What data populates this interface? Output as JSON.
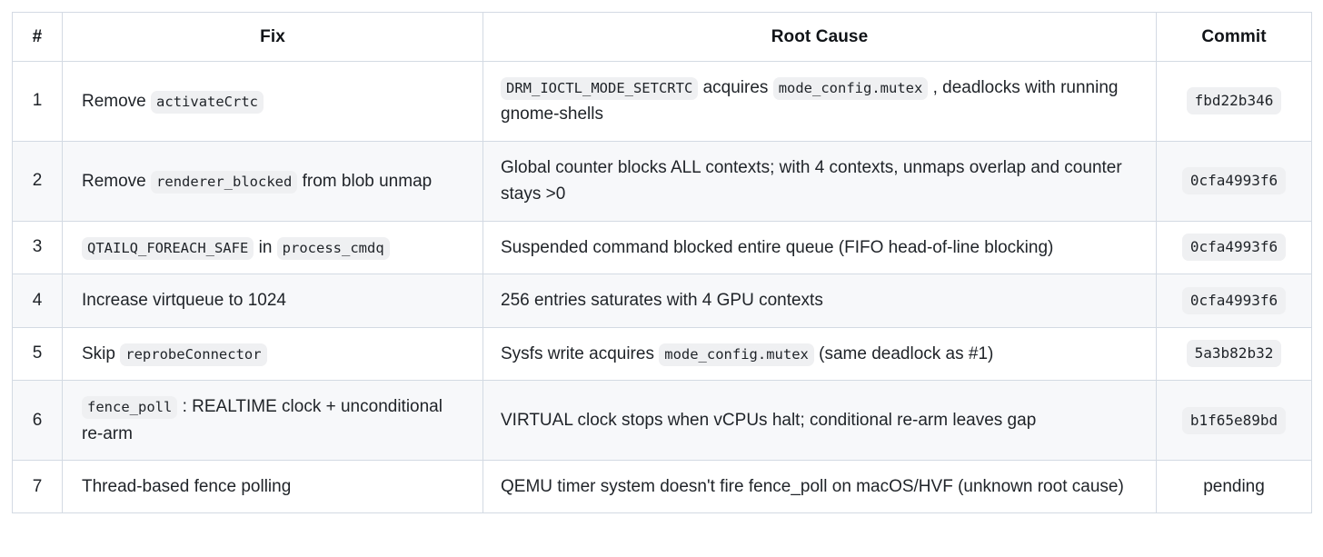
{
  "table": {
    "headers": {
      "num": "#",
      "fix": "Fix",
      "root_cause": "Root Cause",
      "commit": "Commit"
    },
    "rows": [
      {
        "num": "1",
        "fix_parts": [
          {
            "type": "text",
            "text": "Remove "
          },
          {
            "type": "code",
            "text": "activateCrtc"
          }
        ],
        "root_parts": [
          {
            "type": "code",
            "text": "DRM_IOCTL_MODE_SETCRTC"
          },
          {
            "type": "text",
            "text": " acquires "
          },
          {
            "type": "code",
            "text": "mode_config.mutex"
          },
          {
            "type": "text",
            "text": " , deadlocks with running gnome-shells"
          }
        ],
        "commit": "fbd22b346",
        "commit_is_code": true
      },
      {
        "num": "2",
        "fix_parts": [
          {
            "type": "text",
            "text": "Remove "
          },
          {
            "type": "code",
            "text": "renderer_blocked"
          },
          {
            "type": "text",
            "text": " from blob unmap"
          }
        ],
        "root_parts": [
          {
            "type": "text",
            "text": "Global counter blocks ALL contexts; with 4 contexts, unmaps overlap and counter stays >0"
          }
        ],
        "commit": "0cfa4993f6",
        "commit_is_code": true
      },
      {
        "num": "3",
        "fix_parts": [
          {
            "type": "code",
            "text": "QTAILQ_FOREACH_SAFE"
          },
          {
            "type": "text",
            "text": " in "
          },
          {
            "type": "code",
            "text": "process_cmdq"
          }
        ],
        "root_parts": [
          {
            "type": "text",
            "text": "Suspended command blocked entire queue (FIFO head-of-line blocking)"
          }
        ],
        "commit": "0cfa4993f6",
        "commit_is_code": true
      },
      {
        "num": "4",
        "fix_parts": [
          {
            "type": "text",
            "text": "Increase virtqueue to 1024"
          }
        ],
        "root_parts": [
          {
            "type": "text",
            "text": "256 entries saturates with 4 GPU contexts"
          }
        ],
        "commit": "0cfa4993f6",
        "commit_is_code": true
      },
      {
        "num": "5",
        "fix_parts": [
          {
            "type": "text",
            "text": "Skip "
          },
          {
            "type": "code",
            "text": "reprobeConnector"
          }
        ],
        "root_parts": [
          {
            "type": "text",
            "text": "Sysfs write acquires "
          },
          {
            "type": "code",
            "text": "mode_config.mutex"
          },
          {
            "type": "text",
            "text": " (same deadlock as #1)"
          }
        ],
        "commit": "5a3b82b32",
        "commit_is_code": true
      },
      {
        "num": "6",
        "fix_parts": [
          {
            "type": "code",
            "text": "fence_poll"
          },
          {
            "type": "text",
            "text": " : REALTIME clock + unconditional re-arm"
          }
        ],
        "root_parts": [
          {
            "type": "text",
            "text": "VIRTUAL clock stops when vCPUs halt; conditional re-arm leaves gap"
          }
        ],
        "commit": "b1f65e89bd",
        "commit_is_code": true
      },
      {
        "num": "7",
        "fix_parts": [
          {
            "type": "text",
            "text": "Thread-based fence polling"
          }
        ],
        "root_parts": [
          {
            "type": "text",
            "text": "QEMU timer system doesn't fire fence_poll on macOS/HVF (unknown root cause)"
          }
        ],
        "commit": "pending",
        "commit_is_code": false
      }
    ]
  },
  "colors": {
    "border": "#d3dae3",
    "stripe": "#f7f8fa",
    "chip_bg": "#eff0f2",
    "text": "#1f2328"
  }
}
